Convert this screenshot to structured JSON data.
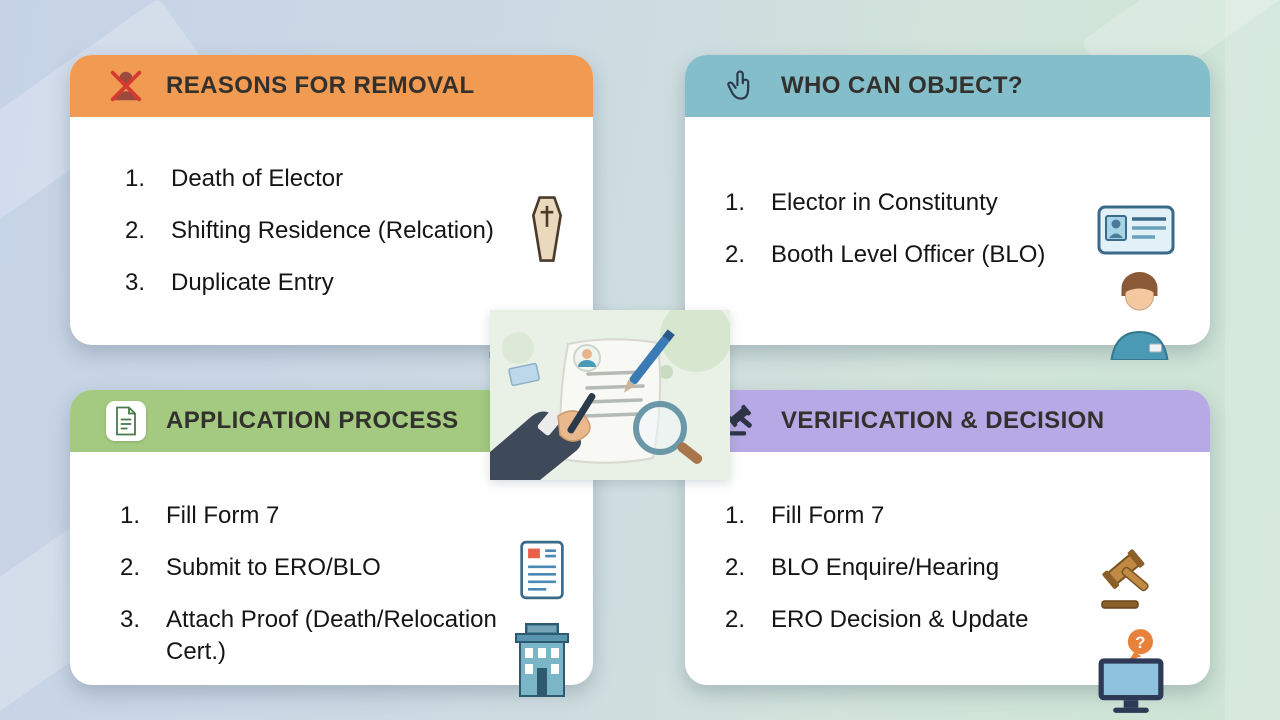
{
  "background": {
    "gradient_left": "#c6d3e7",
    "gradient_right": "#cde5d5"
  },
  "cards": [
    {
      "title": "REASONS FOR REMOVAL",
      "header_color": "#F09A52",
      "header_icon": "crossed-person-icon",
      "items": [
        {
          "num": "1.",
          "text": "Death of Elector"
        },
        {
          "num": "2.",
          "text": "Shifting Residence (Relcation)"
        },
        {
          "num": "3.",
          "text": "Duplicate Entry"
        }
      ],
      "side_icons": [
        "coffin-icon",
        "relocation-house-icon"
      ]
    },
    {
      "title": "WHO CAN OBJECT?",
      "header_color": "#84BECB",
      "header_icon": "pointing-hand-icon",
      "items": [
        {
          "num": "1.",
          "text": "Elector in Constitunty"
        },
        {
          "num": "2.",
          "text": "Booth Level Officer (BLO)"
        }
      ],
      "side_icons": [
        "id-card-icon",
        "person-icon"
      ]
    },
    {
      "title": "APPLICATION PROCESS",
      "header_color": "#A3CA80",
      "header_icon": "document-icon",
      "items": [
        {
          "num": "1.",
          "text": "Fill Form 7"
        },
        {
          "num": "2.",
          "text": "Submit to ERO/BLO"
        },
        {
          "num": "3.",
          "text": "Attach Proof (Death/Relocation Cert.)"
        }
      ],
      "side_icons": [
        "form-icon",
        "building-icon"
      ]
    },
    {
      "title": "VERIFICATION & DECISION",
      "header_color": "#B7A9E6",
      "header_icon": "gavel-small-icon",
      "items": [
        {
          "num": "1.",
          "text": "Fill Form 7"
        },
        {
          "num": "2.",
          "text": "BLO Enquire/Hearing"
        },
        {
          "num": "2.",
          "text": "ERO Decision & Update"
        }
      ],
      "side_icons": [
        "gavel-icon",
        "monitor-question-icon"
      ]
    }
  ],
  "center_illustration": {
    "name": "hand-signing-document-with-magnifier",
    "question_mark_glyph": "?"
  }
}
